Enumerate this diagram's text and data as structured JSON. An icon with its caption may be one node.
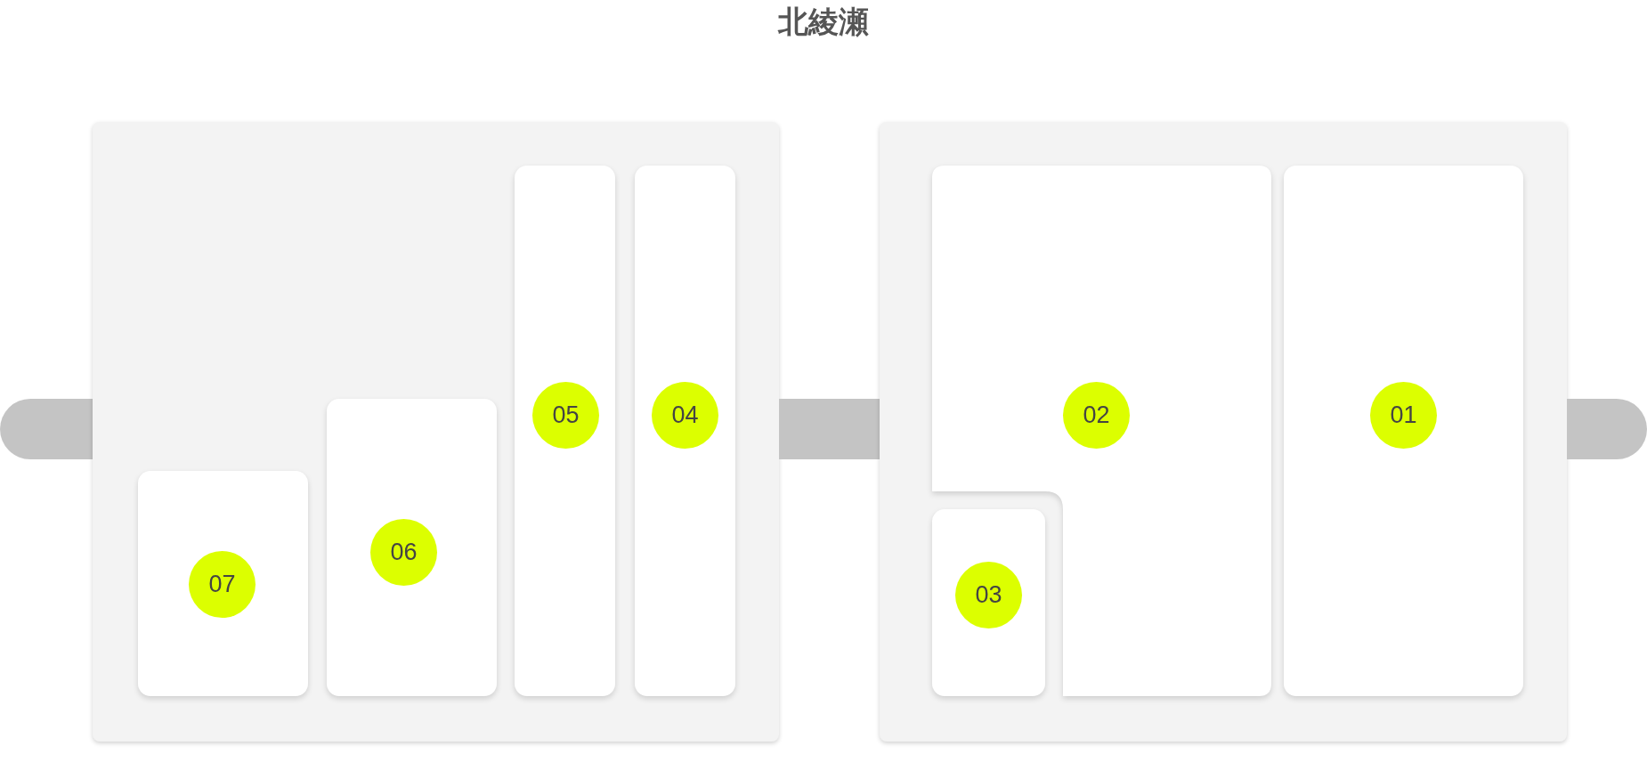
{
  "diagram": {
    "title": "北綾瀬",
    "nodes": [
      {
        "text": [],
        "shape": "bar"
      },
      {
        "text": [],
        "shape": "box"
      },
      {
        "text": [
          "07"
        ],
        "in": 1
      },
      {
        "text": [
          "06"
        ],
        "in": 1
      },
      {
        "text": [
          "05"
        ],
        "in": 1
      },
      {
        "text": [
          "04"
        ],
        "in": 1
      },
      {
        "text": [],
        "shape": "bar"
      },
      {
        "text": [],
        "shape": "box"
      },
      {
        "text": [
          "02"
        ],
        "in": 7
      },
      {
        "text": [
          "03"
        ],
        "in": 7
      },
      {
        "text": [
          "01"
        ],
        "in": 7
      },
      {
        "text": [],
        "shape": "bar"
      }
    ],
    "edges": []
  }
}
